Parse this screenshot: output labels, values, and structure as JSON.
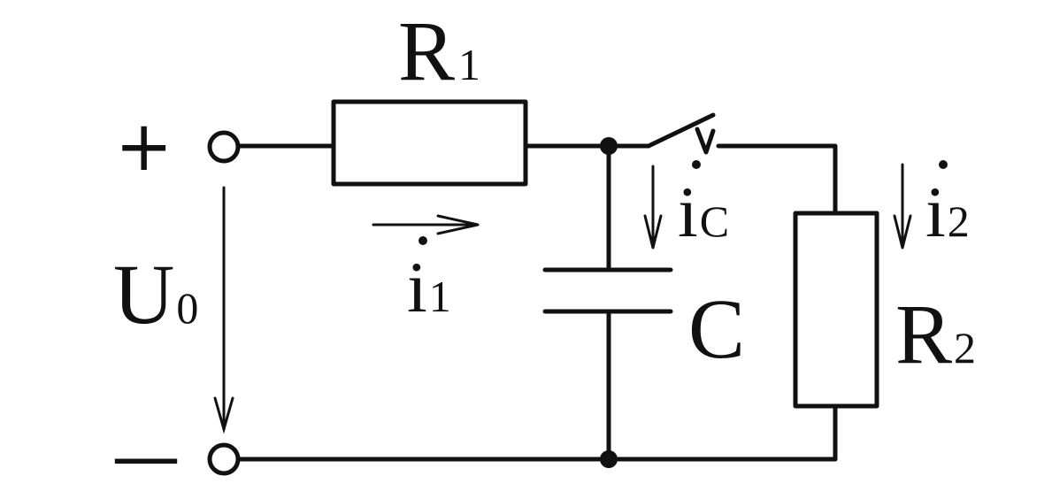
{
  "labels": {
    "r1": {
      "main": "R",
      "sub": "1"
    },
    "r2": {
      "main": "R",
      "sub": "2"
    },
    "c": "C",
    "u0": {
      "main": "U",
      "sub": "0"
    },
    "i1": {
      "main": "i",
      "sub": "1"
    },
    "ic": {
      "main": "i",
      "sub": "C"
    },
    "i2": {
      "main": "i",
      "sub": "2"
    },
    "plus": "+",
    "minus": "—"
  },
  "colors": {
    "ink": "#111111",
    "background": "#ffffff"
  }
}
